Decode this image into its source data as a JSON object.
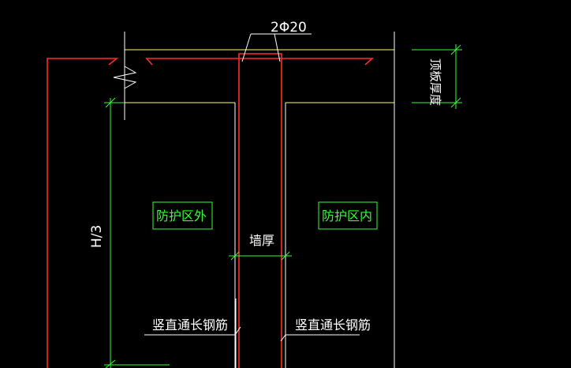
{
  "labels": {
    "rebar_callout": "2Φ20",
    "roof_thickness": "顶板厚度",
    "height_third": "H/3",
    "outside_zone": "防护区外",
    "inside_zone": "防护区内",
    "wall_thickness": "墙厚",
    "vertical_rebar_left": "竖直通长钢筋",
    "vertical_rebar_right": "竖直通长钢筋"
  },
  "colors": {
    "background": "#000000",
    "wall_lines": "#ffff66",
    "rebar": "#ff2a2a",
    "dimensions": "#33ff33",
    "text": "#ffffff",
    "zone_label_text": "#33ff33"
  }
}
